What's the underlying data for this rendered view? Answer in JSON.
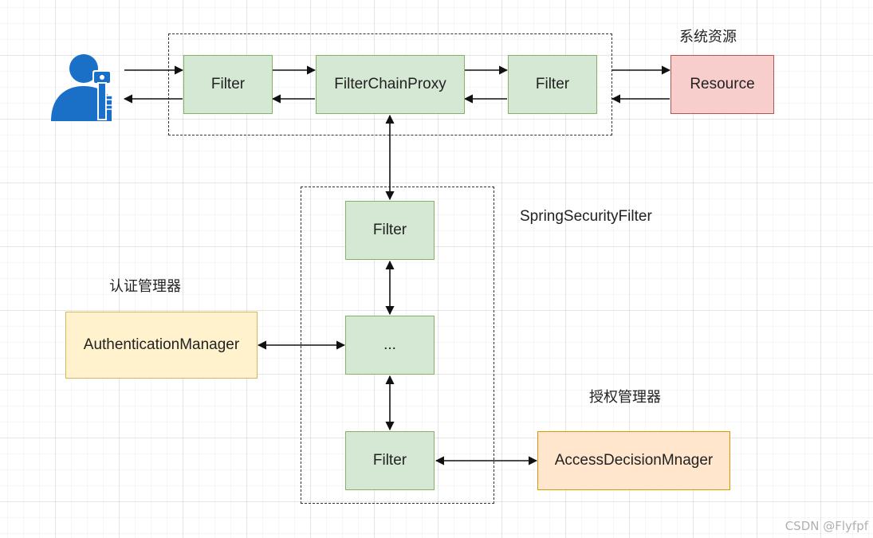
{
  "nodes": {
    "filter_left": "Filter",
    "filter_chain_proxy": "FilterChainProxy",
    "filter_right": "Filter",
    "resource": "Resource",
    "filter_top": "Filter",
    "ellipsis": "...",
    "filter_bottom": "Filter",
    "authentication_manager": "AuthenticationManager",
    "access_decision_manager": "AccessDecisionMnager"
  },
  "labels": {
    "system_resource": "系统资源",
    "spring_security_filter": "SpringSecurityFilter",
    "authentication_manager_cn": "认证管理器",
    "authorization_manager_cn": "授权管理器"
  },
  "icons": {
    "user": "user-key-icon"
  },
  "colors": {
    "green_fill": "#d5e8d4",
    "green_stroke": "#82b366",
    "red_fill": "#f8cecc",
    "red_stroke": "#b85450",
    "yellow_fill": "#fff2cc",
    "yellow_stroke": "#d6b656",
    "orange_fill": "#ffe6cc",
    "orange_stroke": "#d79b00",
    "user_icon": "#1a6fc6"
  },
  "watermark": "CSDN @Flyfpf"
}
